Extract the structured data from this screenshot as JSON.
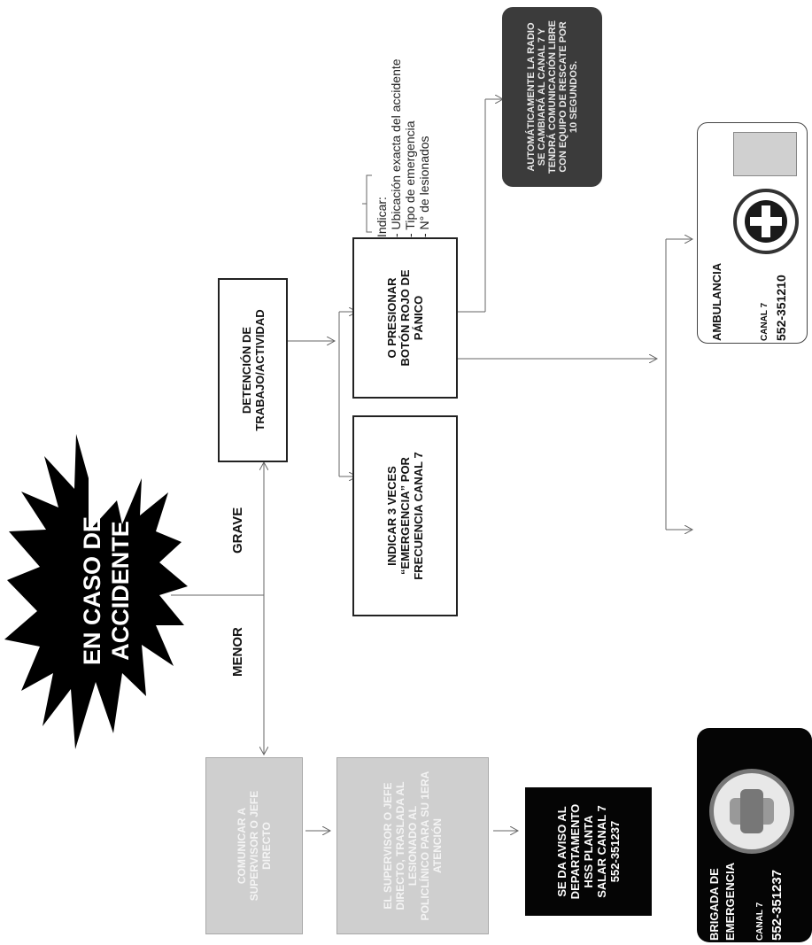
{
  "star": {
    "line1": "EN CASO DE",
    "line2": "ACCIDENTE"
  },
  "labels": {
    "menor": "MENOR",
    "grave": "GRAVE"
  },
  "boxes": {
    "detencion": "DETENCIÓN DE TRABAJO/ACTIVIDAD",
    "indicar": "INDICAR 3 VECES “EMERGENCIA” POR FRECUENCIA CANAL 7",
    "presionar": "O PRESIONAR BOTÓN ROJO DE PÁNICO",
    "automatico": "AUTOMÁTICAMENTE LA RADIO SE CAMBIARÁ AL CANAL 7 Y TENDRÁ COMUNICACIÓN LIBRE CON EQUIPO DE RESCATE POR 10 SEGUNDOS.",
    "comunicar": "COMUNICAR A SUPERVISOR O JEFE DIRECTO",
    "supervisor": "EL SUPERVISOR O JEFE DIRECTO, TRASLADA AL LESIONADO AL POLICLÍNICO PARA SU 1ERA ATENCIÓN",
    "aviso": "SE DA AVISO AL DEPARTAMENTO HSS PLANTA SALAR CANAL 7 552-351237"
  },
  "note": {
    "title": "Indicar:",
    "items": [
      "- Ubicación exacta del accidente",
      "- Tipo de emergencia",
      "- N° de lesionados"
    ]
  },
  "brigada": {
    "name1": "BRIGADA DE",
    "name2": "EMERGENCIA",
    "canal": "CANAL 7",
    "phone": "552-351237"
  },
  "ambulancia": {
    "name": "AMBULANCIA",
    "canal": "CANAL 7",
    "phone": "552-351210"
  }
}
